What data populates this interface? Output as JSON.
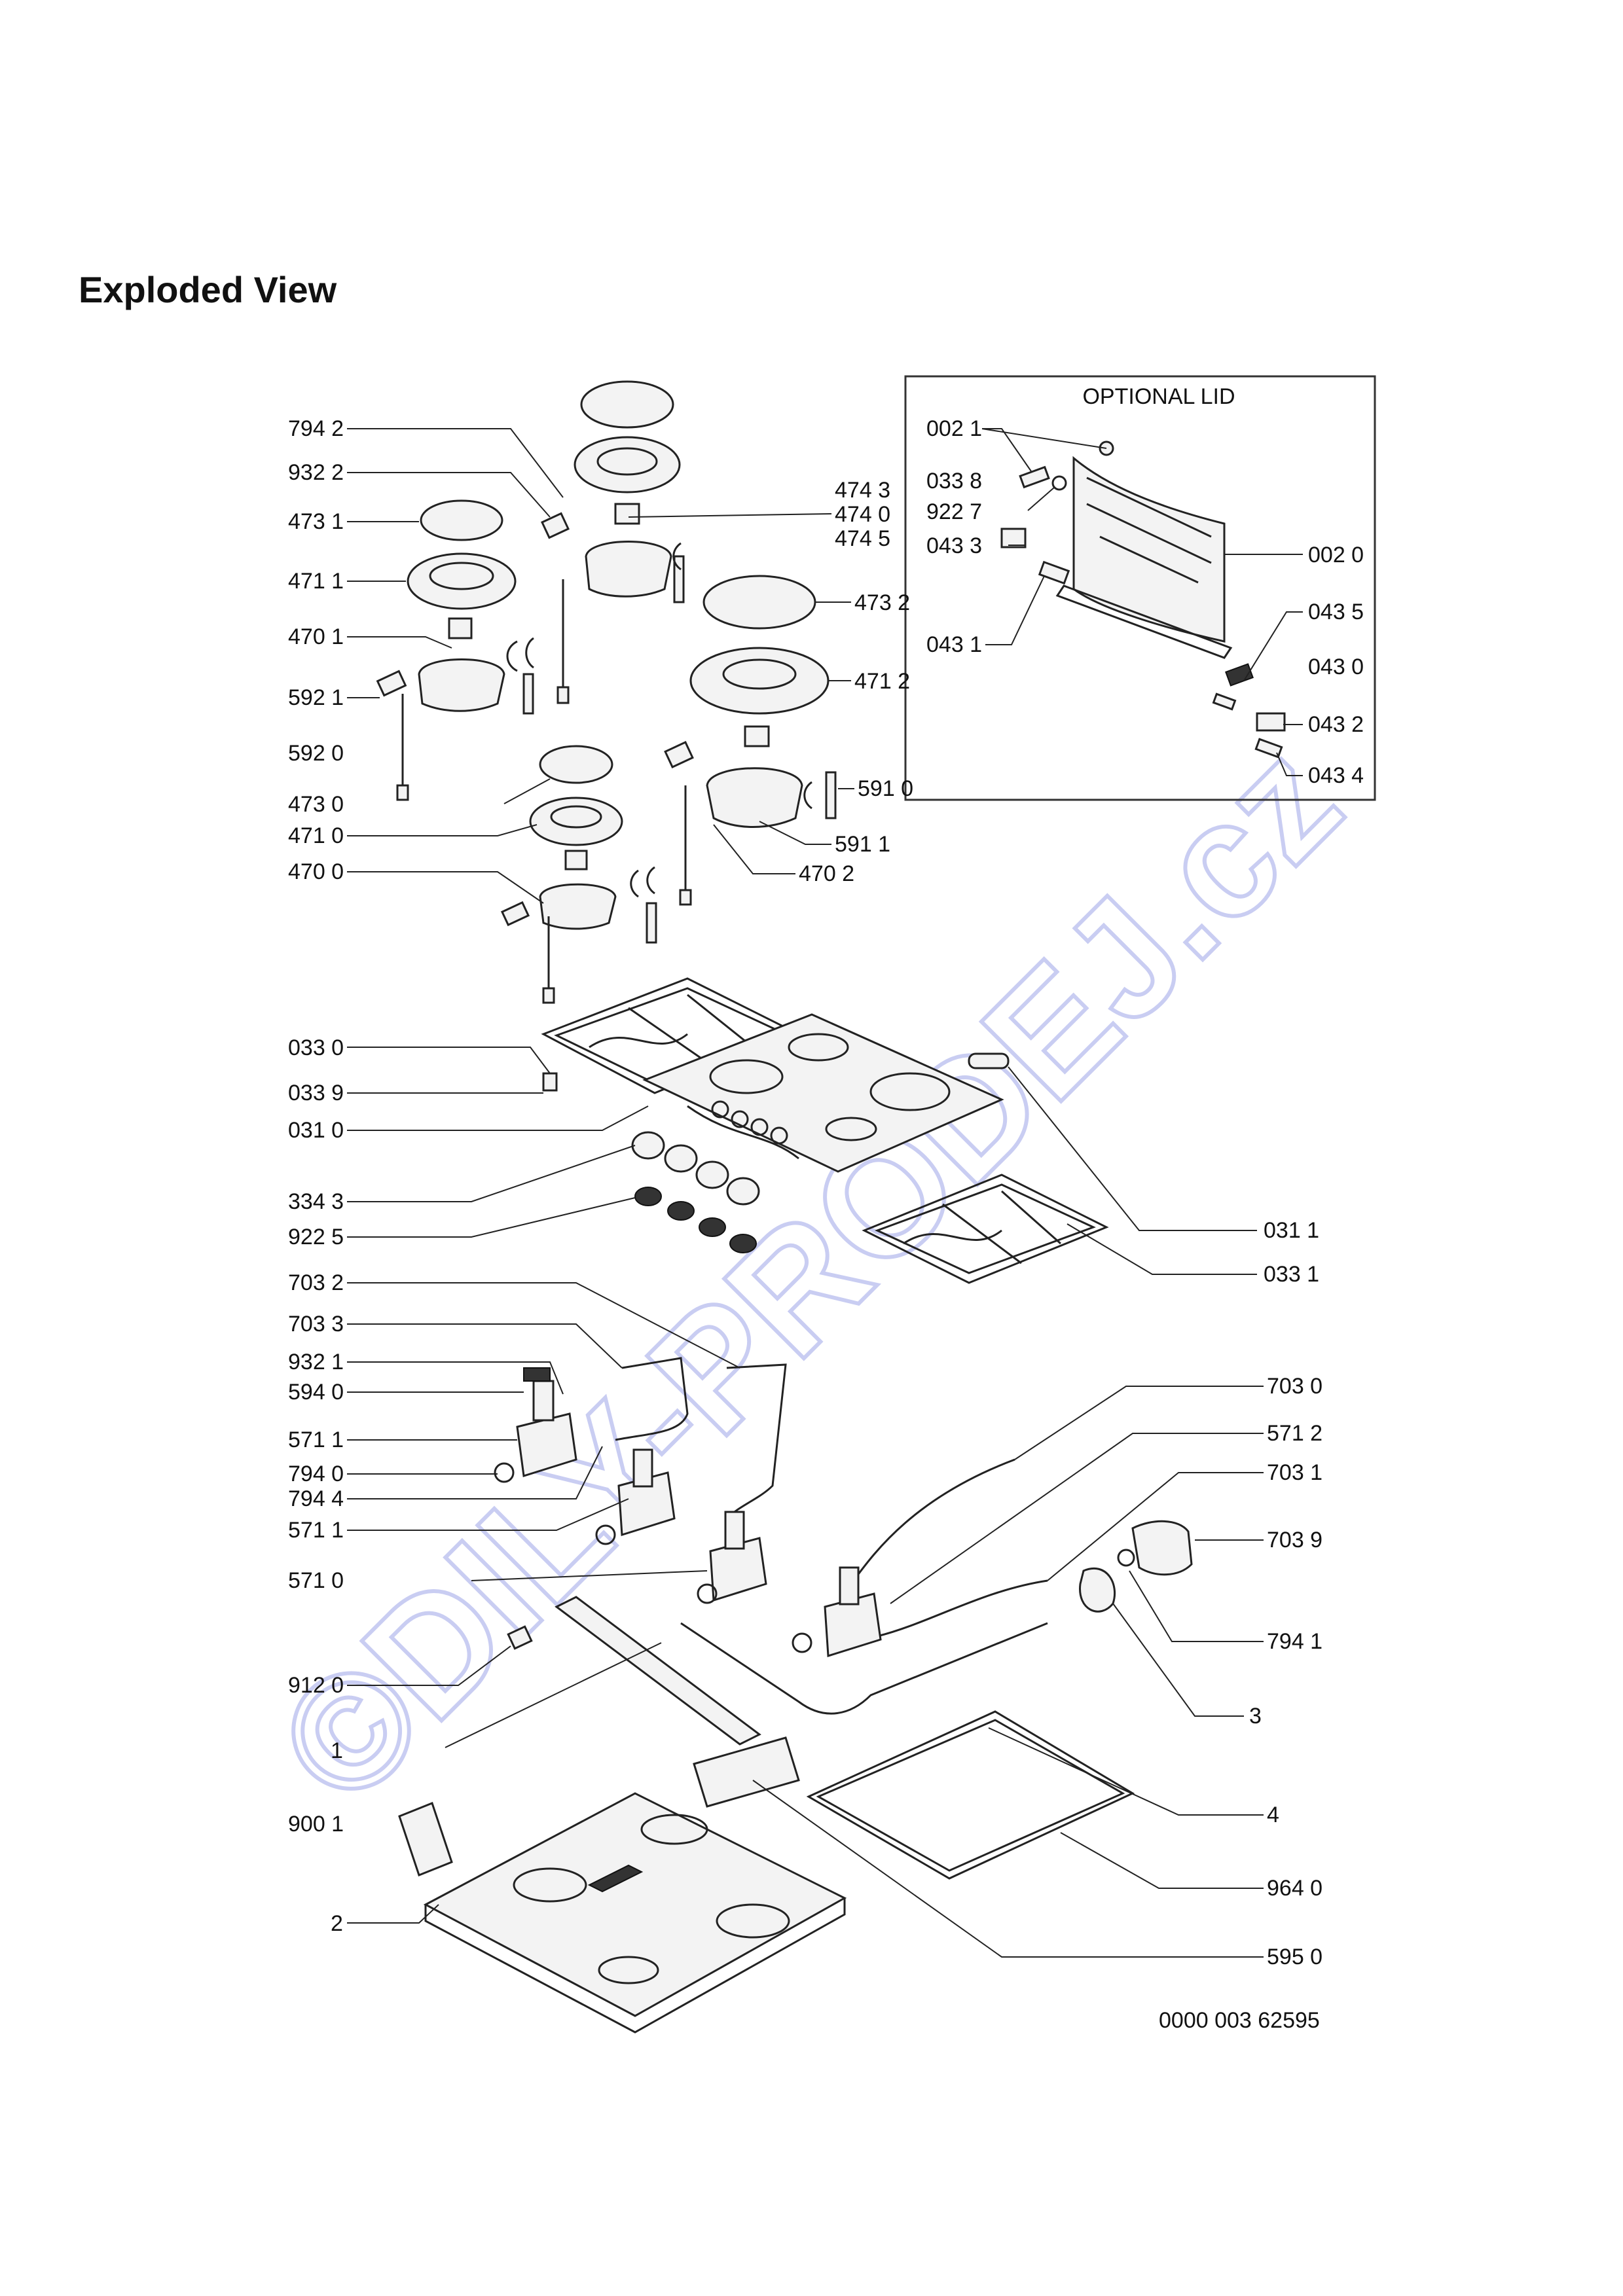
{
  "page_title": "Exploded View",
  "optional_lid": {
    "title": "OPTIONAL LID"
  },
  "watermark": "©DILY-PRODEJ.cz",
  "document_code": "0000 003 62595",
  "labels": {
    "l_7942": "794 2",
    "l_9322": "932 2",
    "l_4731": "473 1",
    "l_4711": "471 1",
    "l_4701": "470 1",
    "l_5921": "592 1",
    "l_5920": "592 0",
    "l_4730": "473 0",
    "l_4710": "471 0",
    "l_4700": "470 0",
    "l_4743": "474 3",
    "l_4740": "474 0",
    "l_4745": "474 5",
    "l_4732": "473 2",
    "l_4712": "471 2",
    "l_5910": "591 0",
    "l_5911": "591 1",
    "l_4702": "470 2",
    "l_0021": "002 1",
    "l_0338": "033 8",
    "l_9227": "922 7",
    "l_0433": "043 3",
    "l_0431": "043 1",
    "l_0020": "002 0",
    "l_0435": "043 5",
    "l_0430": "043 0",
    "l_0432": "043 2",
    "l_0434": "043 4",
    "l_0330": "033 0",
    "l_0339": "033 9",
    "l_0310": "031 0",
    "l_3343": "334 3",
    "l_9225": "922 5",
    "l_0311": "031 1",
    "l_0331": "033 1",
    "l_7032": "703 2",
    "l_7033": "703 3",
    "l_9321": "932 1",
    "l_5940": "594 0",
    "l_5711a": "571 1",
    "l_7940": "794 0",
    "l_7944": "794 4",
    "l_5711b": "571 1",
    "l_5710": "571 0",
    "l_7030": "703 0",
    "l_5712": "571 2",
    "l_7031": "703 1",
    "l_7039": "703 9",
    "l_7941": "794 1",
    "l_9120": "912 0",
    "l_3": "3",
    "l_1": "1",
    "l_4": "4",
    "l_9001": "900 1",
    "l_9640": "964 0",
    "l_2": "2",
    "l_5950": "595 0"
  },
  "icons": [
    "burner-cap-icon",
    "burner-head-icon",
    "grate-icon",
    "knob-icon",
    "gas-tap-icon",
    "gas-pipe-icon",
    "spark-generator-icon",
    "glass-lid-icon",
    "base-tray-icon"
  ]
}
